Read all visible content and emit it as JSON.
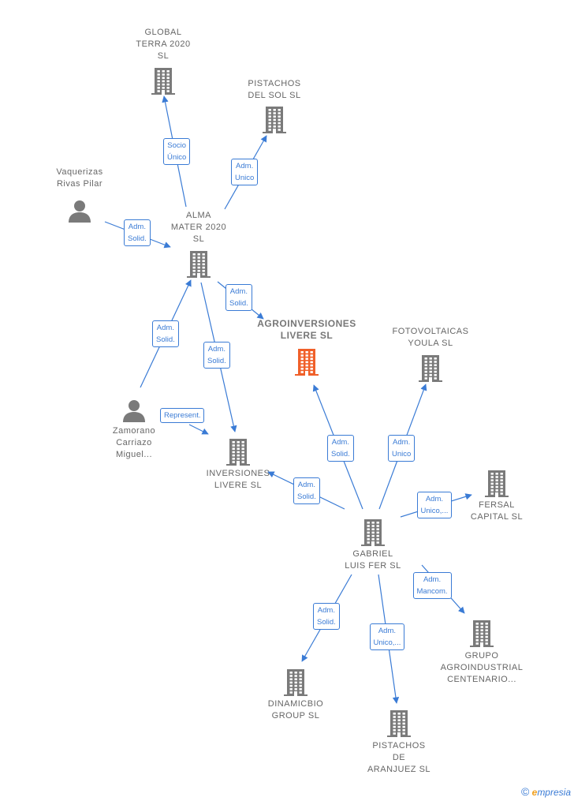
{
  "colors": {
    "node": "#7a7a7a",
    "highlight": "#f0602a",
    "edge": "#3a7bd5"
  },
  "nodes": {
    "global_terra": {
      "lines": [
        "GLOBAL",
        "TERRA 2020",
        "SL"
      ],
      "icon": "building-icon"
    },
    "pistachos_sol": {
      "lines": [
        "PISTACHOS",
        "DEL SOL  SL"
      ],
      "icon": "building-icon"
    },
    "vaquerizas": {
      "lines": [
        "Vaquerizas",
        "Rivas Pilar"
      ],
      "icon": "person-icon"
    },
    "alma_mater": {
      "lines": [
        "ALMA",
        "MATER 2020",
        "SL"
      ],
      "icon": "building-icon"
    },
    "agroinversiones": {
      "lines": [
        "AGROINVERSIONES",
        "LIVERE  SL"
      ],
      "icon": "building-icon"
    },
    "fotovoltaicas": {
      "lines": [
        "FOTOVOLTAICAS",
        "YOULA  SL"
      ],
      "icon": "building-icon"
    },
    "zamorano": {
      "lines": [
        "Zamorano",
        "Carriazo",
        "Miguel..."
      ],
      "icon": "person-icon"
    },
    "inversiones": {
      "lines": [
        "INVERSIONES",
        "LIVERE  SL"
      ],
      "icon": "building-icon"
    },
    "fersal": {
      "lines": [
        "FERSAL",
        "CAPITAL SL"
      ],
      "icon": "building-icon"
    },
    "gabriel": {
      "lines": [
        "GABRIEL",
        "LUIS FER SL"
      ],
      "icon": "building-icon"
    },
    "grupo": {
      "lines": [
        "GRUPO",
        "AGROINDUSTRIAL",
        "CENTENARIO..."
      ],
      "icon": "building-icon"
    },
    "dinamicbio": {
      "lines": [
        "DINAMICBIO",
        "GROUP  SL"
      ],
      "icon": "building-icon"
    },
    "pistachos_aranjuez": {
      "lines": [
        "PISTACHOS",
        "DE",
        "ARANJUEZ  SL"
      ],
      "icon": "building-icon"
    }
  },
  "edges": [
    {
      "from": "alma_mater",
      "to": "global_terra",
      "label": [
        "Socio",
        "Único"
      ]
    },
    {
      "from": "alma_mater",
      "to": "pistachos_sol",
      "label": [
        "Adm.",
        "Unico"
      ]
    },
    {
      "from": "vaquerizas",
      "to": "alma_mater",
      "label": [
        "Adm.",
        "Solid."
      ]
    },
    {
      "from": "alma_mater",
      "to": "agroinversiones",
      "label": [
        "Adm.",
        "Solid."
      ]
    },
    {
      "from": "zamorano",
      "to": "alma_mater",
      "label": [
        "Adm.",
        "Solid."
      ]
    },
    {
      "from": "alma_mater",
      "to": "inversiones",
      "label": [
        "Adm.",
        "Solid."
      ]
    },
    {
      "from": "zamorano",
      "to": "inversiones",
      "label": [
        "Represent."
      ]
    },
    {
      "from": "gabriel",
      "to": "agroinversiones",
      "label": [
        "Adm.",
        "Solid."
      ]
    },
    {
      "from": "gabriel",
      "to": "fotovoltaicas",
      "label": [
        "Adm.",
        "Unico"
      ]
    },
    {
      "from": "gabriel",
      "to": "inversiones",
      "label": [
        "Adm.",
        "Solid."
      ]
    },
    {
      "from": "gabriel",
      "to": "fersal",
      "label": [
        "Adm.",
        "Unico,..."
      ]
    },
    {
      "from": "gabriel",
      "to": "grupo",
      "label": [
        "Adm.",
        "Mancom."
      ]
    },
    {
      "from": "gabriel",
      "to": "dinamicbio",
      "label": [
        "Adm.",
        "Solid."
      ]
    },
    {
      "from": "gabriel",
      "to": "pistachos_aranjuez",
      "label": [
        "Adm.",
        "Unico,..."
      ]
    }
  ],
  "footer": {
    "copyright": "©",
    "brand_e": "e",
    "brand_rest": "mpresia"
  }
}
